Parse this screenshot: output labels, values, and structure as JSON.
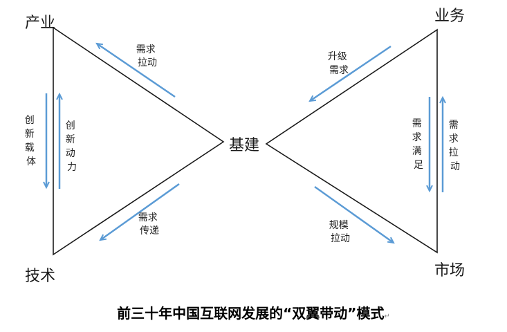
{
  "nodes": {
    "industry": "产业",
    "technology": "技术",
    "infrastructure": "基建",
    "business": "业务",
    "market": "市场"
  },
  "arrow_labels": {
    "demand_pull_top_left": [
      "需求",
      "拉动"
    ],
    "demand_transmit": [
      "需求",
      "传递"
    ],
    "innovation_carrier": [
      "创",
      "新",
      "载",
      "体"
    ],
    "innovation_power": [
      "创",
      "新",
      "动",
      "力"
    ],
    "upgrade_demand": [
      "升级",
      "需求"
    ],
    "scale_pull": [
      "规模",
      "拉动"
    ],
    "demand_satisfy": [
      "需",
      "求",
      "满",
      "足"
    ],
    "demand_pull_right": [
      "需",
      "求",
      "拉",
      "动"
    ]
  },
  "caption": {
    "text": "前三十年中国互联网发展的“双翼带动”模式",
    "mark": "↵"
  },
  "colors": {
    "line": "#1a1a1a",
    "arrow": "#5b9bd5"
  }
}
